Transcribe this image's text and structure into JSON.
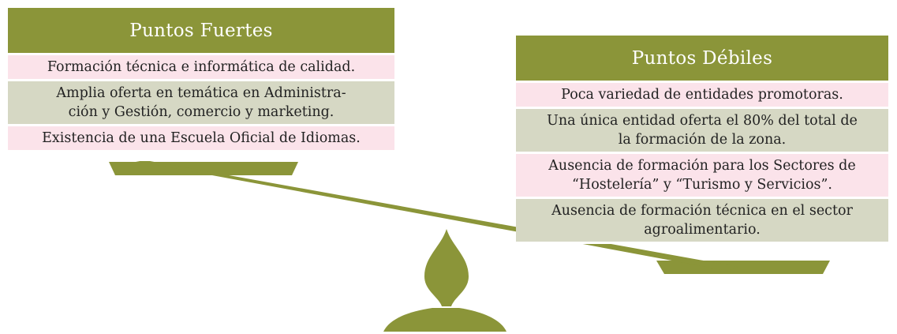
{
  "colors": {
    "olive": "#8b9539",
    "header_text": "#ffffff",
    "pink_row": "#fbe3ea",
    "green_row": "#d6d8c4"
  },
  "strengths": {
    "title": "Puntos Fuertes",
    "items": [
      {
        "lines": [
          "Formación técnica e informática de calidad."
        ],
        "tone": "pink"
      },
      {
        "lines": [
          "Amplia oferta en temática en Administra-",
          "ción y  Gestión, comercio y marketing."
        ],
        "tone": "green"
      },
      {
        "lines": [
          "Existencia de una Escuela Oficial de Idiomas."
        ],
        "tone": "pink"
      }
    ]
  },
  "weaknesses": {
    "title": "Puntos Débiles",
    "items": [
      {
        "lines": [
          "Poca variedad de entidades promotoras."
        ],
        "tone": "pink"
      },
      {
        "lines": [
          "Una única entidad oferta el 80% del total de",
          "la formación de la zona."
        ],
        "tone": "green"
      },
      {
        "lines": [
          "Ausencia de formación para los Sectores de",
          "“Hostelería” y “Turismo y Servicios”."
        ],
        "tone": "pink"
      },
      {
        "lines": [
          "Ausencia de formación técnica en el sector",
          "agroalimentario."
        ],
        "tone": "green"
      }
    ]
  }
}
